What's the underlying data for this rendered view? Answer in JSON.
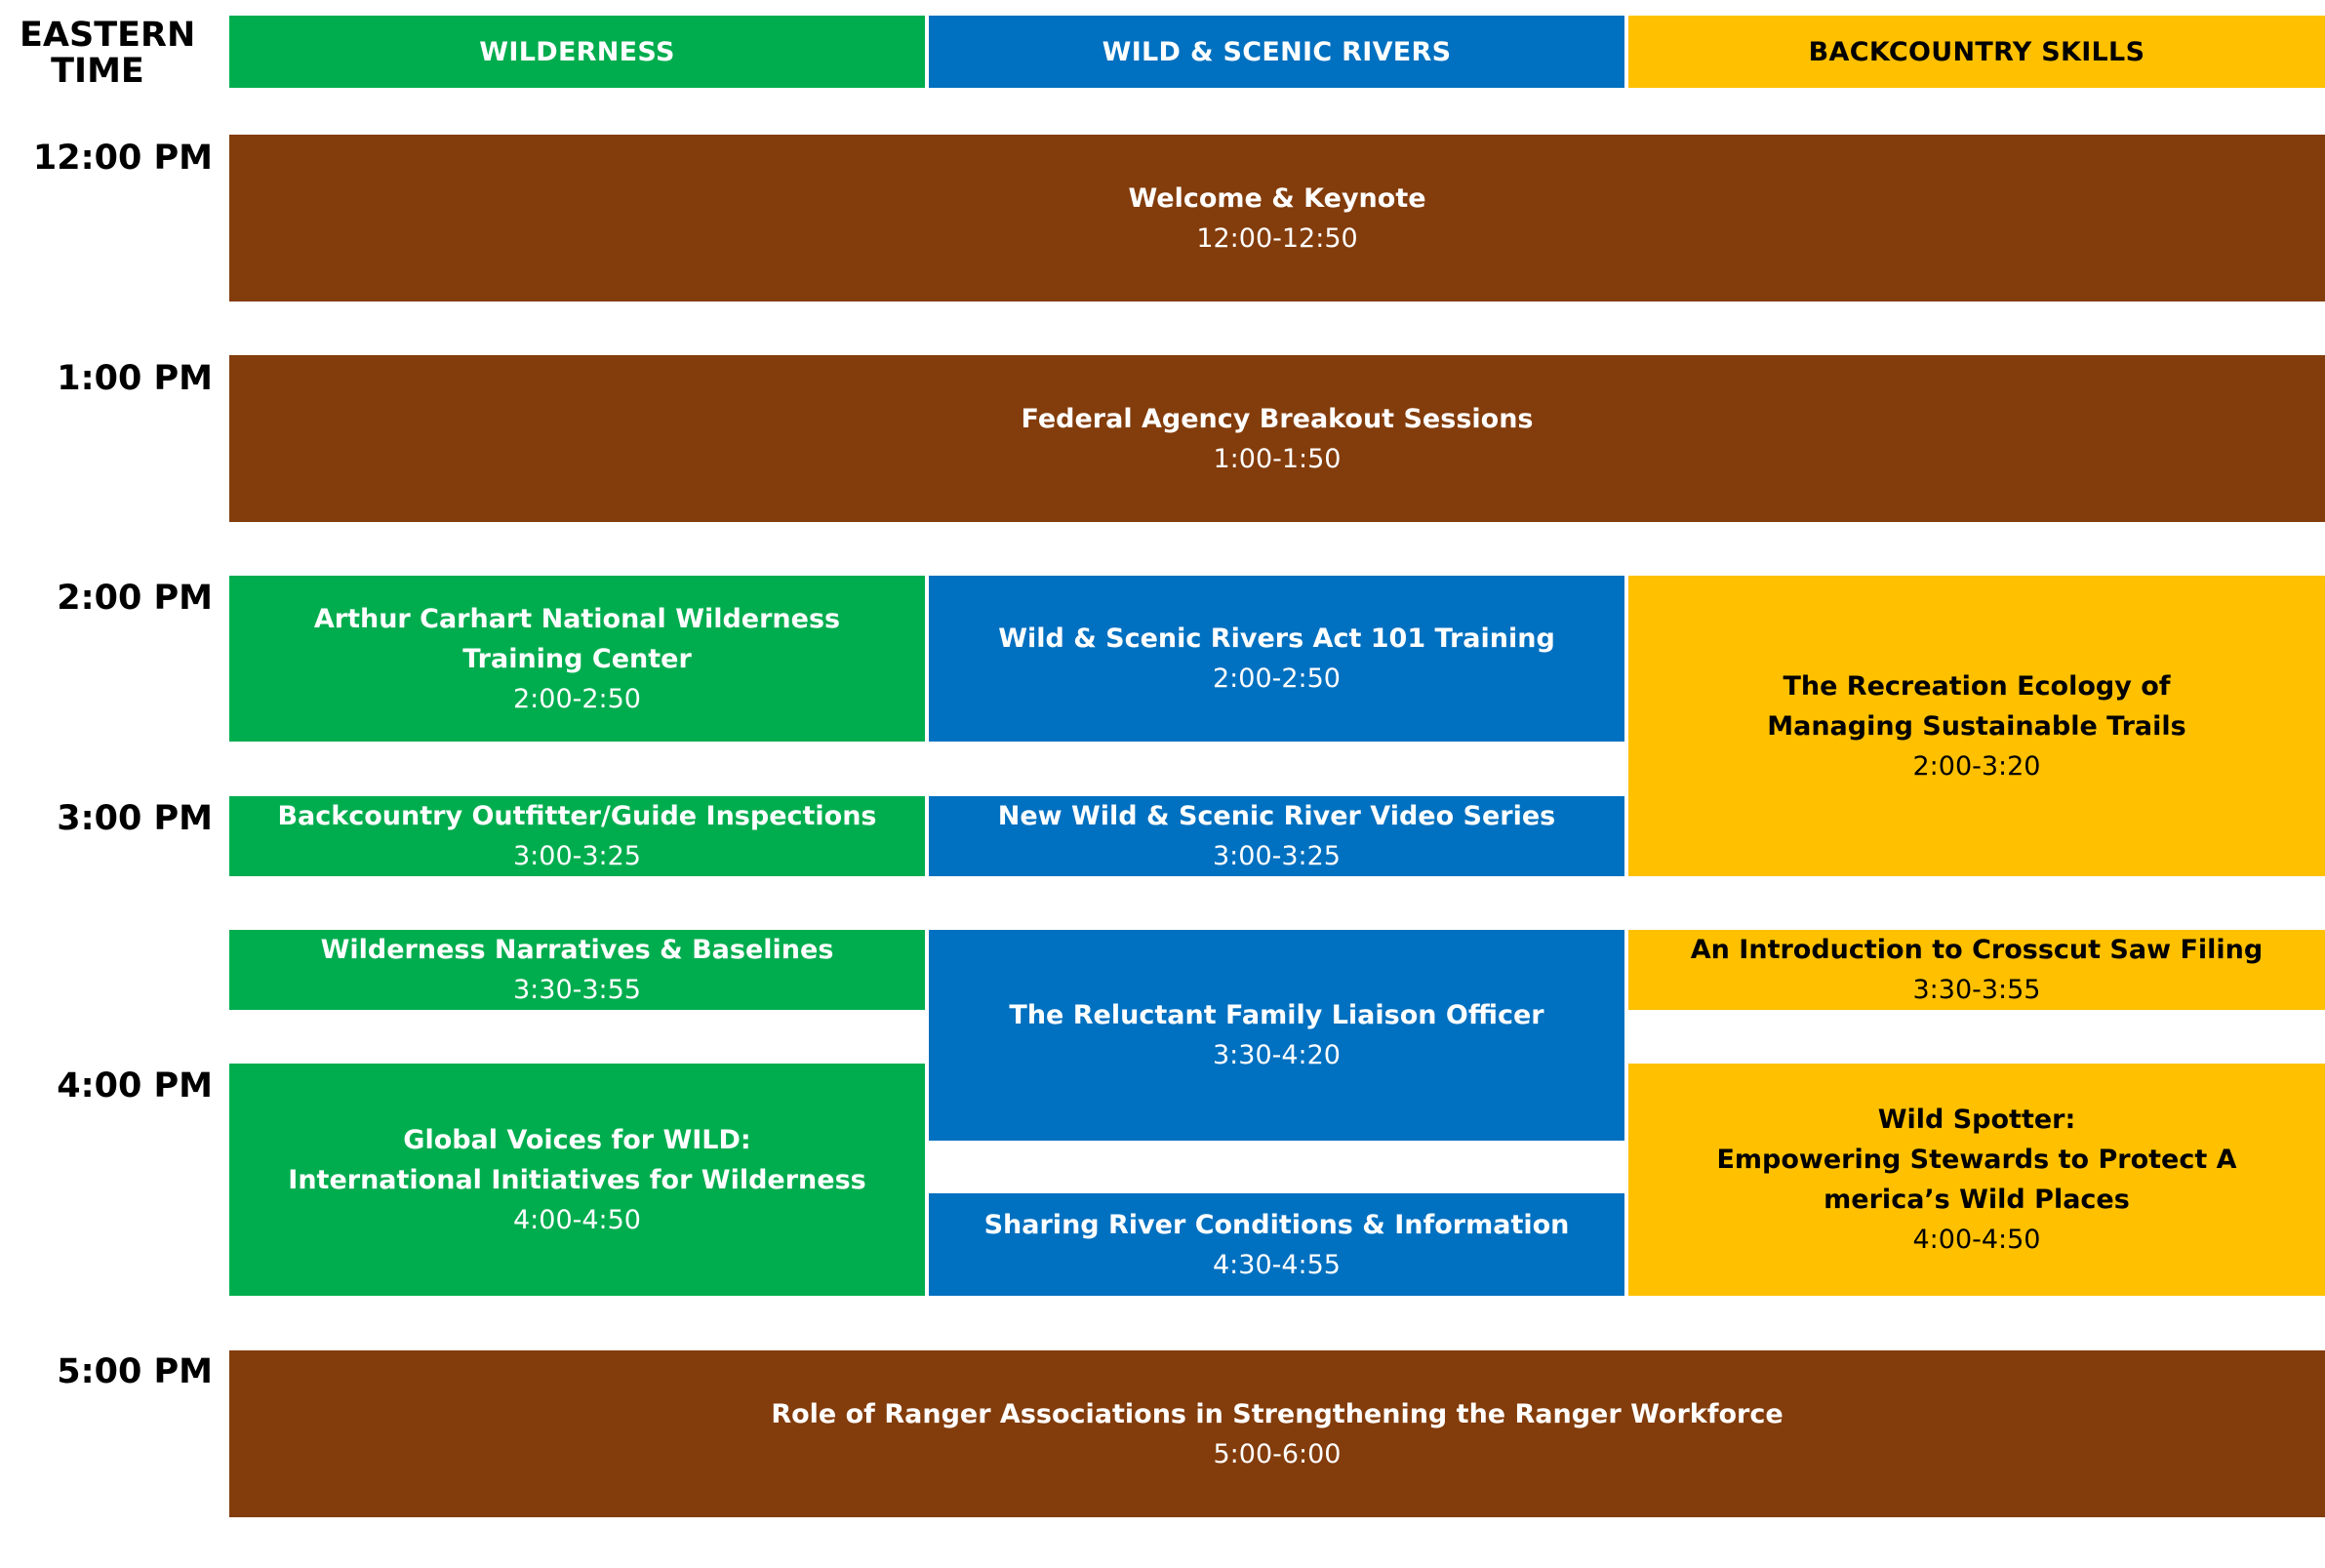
{
  "corner": {
    "line1": "EASTERN",
    "line2": "TIME"
  },
  "tracks": [
    {
      "label": "WILDERNESS",
      "color": "#00ad4e"
    },
    {
      "label": "WILD & SCENIC RIVERS",
      "color": "#0070c0"
    },
    {
      "label": "BACKCOUNTRY SKILLS",
      "color": "#ffc000"
    }
  ],
  "time_labels": [
    "12:00 PM",
    "1:00 PM",
    "2:00 PM",
    "3:00 PM",
    "4:00 PM",
    "5:00 PM"
  ],
  "plenary": [
    {
      "title": "Welcome & Keynote",
      "time": "12:00-12:50"
    },
    {
      "title": "Federal Agency Breakout Sessions",
      "time": "1:00-1:50"
    },
    {
      "title": "Role of Ranger Associations in Strengthening the Ranger Workforce",
      "time": "5:00-6:00"
    }
  ],
  "wilderness": [
    {
      "title_line1": "Arthur Carhart National Wilderness",
      "title_line2": "Training Center",
      "time": "2:00-2:50"
    },
    {
      "title": "Backcountry Outfitter/Guide Inspections",
      "time": "3:00-3:25"
    },
    {
      "title": "Wilderness Narratives & Baselines",
      "time": "3:30-3:55"
    },
    {
      "title_line1": "Global Voices for WILD:",
      "title_line2": "International Initiatives for Wilderness",
      "time": "4:00-4:50"
    }
  ],
  "rivers": [
    {
      "title": "Wild & Scenic Rivers Act 101 Training",
      "time": "2:00-2:50"
    },
    {
      "title": "New Wild & Scenic River Video Series",
      "time": "3:00-3:25"
    },
    {
      "title": "The Reluctant Family Liaison Officer",
      "time": "3:30-4:20"
    },
    {
      "title": "Sharing River Conditions & Information",
      "time": "4:30-4:55"
    }
  ],
  "skills": [
    {
      "title_line1": "The Recreation Ecology of",
      "title_line2": "Managing Sustainable Trails",
      "time": "2:00-3:20"
    },
    {
      "title": "An Introduction to Crosscut Saw Filing",
      "time": "3:30-3:55"
    },
    {
      "title_line1": "Wild Spotter:",
      "title_line2": "Empowering Stewards to Protect A",
      "title_line3": "merica’s Wild Places",
      "time": "4:00-4:50"
    }
  ]
}
